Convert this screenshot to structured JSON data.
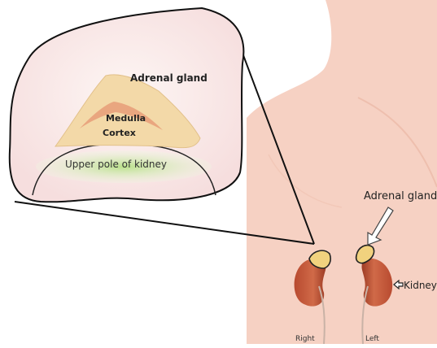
{
  "labels": {
    "adrenal_inset": "Adrenal gland",
    "medulla": "Medulla",
    "cortex": "Cortex",
    "upper_pole": "Upper pole of kidney",
    "adrenal_body": "Adrenal gland",
    "kidney": "Kidney",
    "right": "Right",
    "left": "Left"
  },
  "colors": {
    "skin": "#f6d1c3",
    "skin_light": "#f9dfd4",
    "adrenal": "#f1d8a4",
    "medulla": "#e8a07a",
    "kidney": "#c2583a",
    "kidney_dark": "#9d3c25",
    "kidney_green": "#c9e5a0",
    "inset_bg": "#fbeeee",
    "outline": "#111111"
  }
}
